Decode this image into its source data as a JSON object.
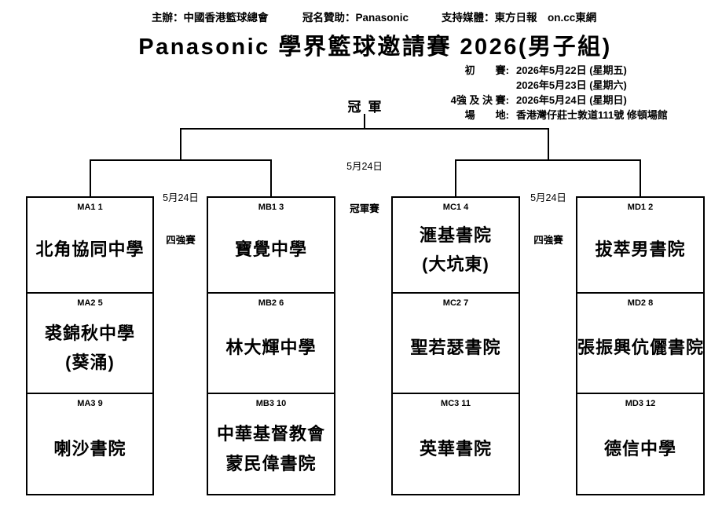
{
  "header": {
    "organizer": "主辦：中國香港籃球總會",
    "title_sponsor": "冠名贊助：Panasonic",
    "media_support": "支持媒體：東方日報　on.cc東網",
    "title": "Panasonic 學界籃球邀請賽 2026(男子組)"
  },
  "info": {
    "lines": [
      {
        "label": "初　　賽:",
        "value": "2026年5月22日 (星期五)"
      },
      {
        "label": "",
        "value": "2026年5月23日 (星期六)"
      },
      {
        "label": "4強 及 決 賽:",
        "value": "2026年5月24日 (星期日)"
      },
      {
        "label": "場　　地:",
        "value": "香港灣仔莊士敦道111號 修頓場館"
      }
    ]
  },
  "bracket": {
    "champion_label": "冠軍",
    "final": {
      "date": "5月24日",
      "name": "冠軍賽"
    },
    "semifinal_left": {
      "date": "5月24日",
      "name": "四強賽"
    },
    "semifinal_right": {
      "date": "5月24日",
      "name": "四強賽"
    },
    "columns": [
      {
        "group": "MA",
        "cells": [
          {
            "code": "MA1 1",
            "team": [
              "北角協同中學"
            ]
          },
          {
            "code": "MA2 5",
            "team": [
              "裘錦秋中學",
              "(葵涌)"
            ]
          },
          {
            "code": "MA3 9",
            "team": [
              "喇沙書院"
            ]
          }
        ]
      },
      {
        "group": "MB",
        "cells": [
          {
            "code": "MB1 3",
            "team": [
              "寶覺中學"
            ]
          },
          {
            "code": "MB2 6",
            "team": [
              "林大輝中學"
            ]
          },
          {
            "code": "MB3 10",
            "team": [
              "中華基督教會",
              "蒙民偉書院"
            ]
          }
        ]
      },
      {
        "group": "MC",
        "cells": [
          {
            "code": "MC1 4",
            "team": [
              "滙基書院",
              "(大坑東)"
            ]
          },
          {
            "code": "MC2 7",
            "team": [
              "聖若瑟書院"
            ]
          },
          {
            "code": "MC3 11",
            "team": [
              "英華書院"
            ]
          }
        ]
      },
      {
        "group": "MD",
        "cells": [
          {
            "code": "MD1 2",
            "team": [
              "拔萃男書院"
            ]
          },
          {
            "code": "MD2 8",
            "team": [
              "張振興伉儷書院"
            ]
          },
          {
            "code": "MD3 12",
            "team": [
              "德信中學"
            ]
          }
        ]
      }
    ]
  },
  "colors": {
    "line": "#000000",
    "background": "#ffffff",
    "text": "#000000"
  }
}
